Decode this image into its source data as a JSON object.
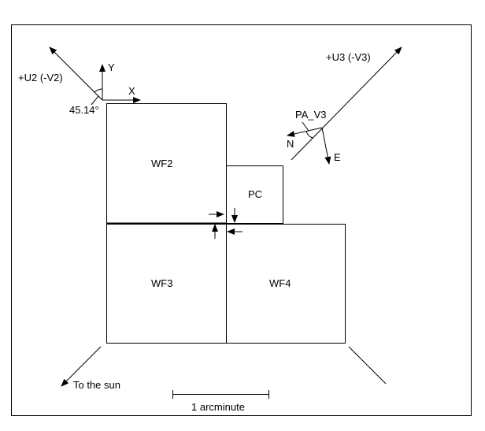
{
  "labels": {
    "u2": "+U2 (-V2)",
    "u3": "+U3 (-V3)",
    "y_axis": "Y",
    "x_axis": "X",
    "angle": "45.14°",
    "pa_v3": "PA_V3",
    "north": "N",
    "east": "E",
    "sun": "To the sun",
    "scale": "1 arcminute"
  },
  "chips": {
    "wf2": "WF2",
    "pc": "PC",
    "wf3": "WF3",
    "wf4": "WF4"
  }
}
